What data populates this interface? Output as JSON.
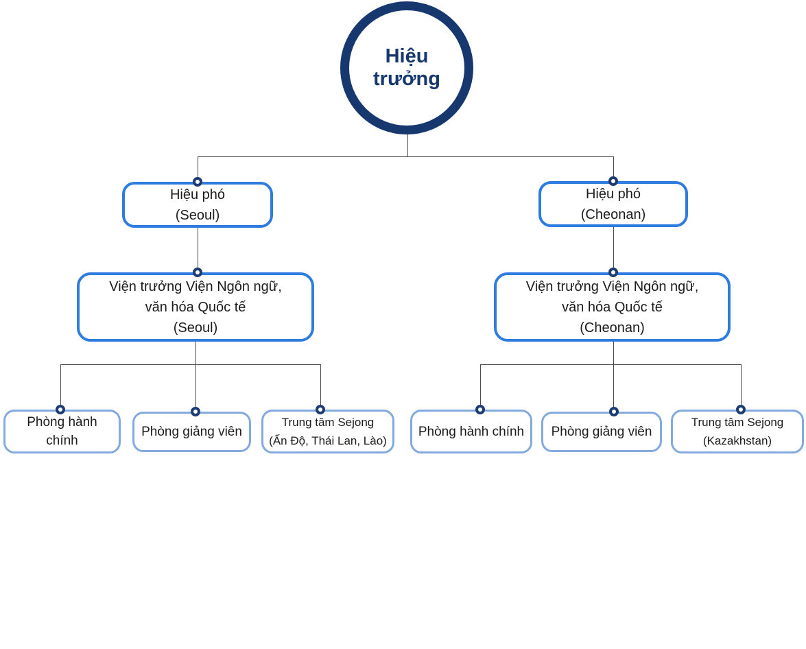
{
  "colors": {
    "navy": "#17386f",
    "bright_blue": "#2e7ce0",
    "light_blue": "#82aadf",
    "connector_line": "#4a4a4a",
    "text": "#1b1b1b",
    "background": "#ffffff"
  },
  "org": {
    "root": {
      "label": "Hiệu trưởng"
    },
    "branches": [
      {
        "vice": {
          "line1": "Hiệu phó",
          "line2": "(Seoul)"
        },
        "director": {
          "line1": "Viện trưởng Viện Ngôn ngữ,",
          "line2": "văn hóa Quốc tế",
          "line3": "(Seoul)"
        },
        "departments": [
          {
            "label": "Phòng hành chính"
          },
          {
            "label": "Phòng giảng viên"
          },
          {
            "line1": "Trung tâm Sejong",
            "line2": "(Ấn Độ, Thái Lan, Lào)"
          }
        ]
      },
      {
        "vice": {
          "line1": "Hiệu phó",
          "line2": "(Cheonan)"
        },
        "director": {
          "line1": "Viện trưởng Viện Ngôn ngữ,",
          "line2": "văn hóa Quốc tế",
          "line3": "(Cheonan)"
        },
        "departments": [
          {
            "label": "Phòng hành chính"
          },
          {
            "label": "Phòng giảng viên"
          },
          {
            "line1": "Trung tâm Sejong",
            "line2": "(Kazakhstan)"
          }
        ]
      }
    ]
  }
}
